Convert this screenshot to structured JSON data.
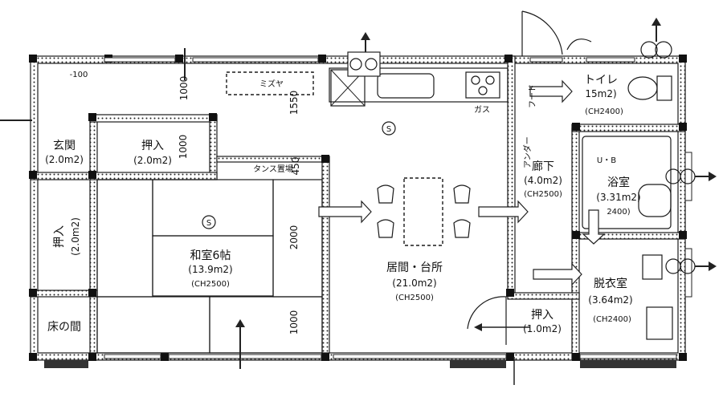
{
  "rooms": {
    "genkan": {
      "name": "玄関",
      "area": "(2.0m2)"
    },
    "oshiire_top": {
      "name": "押入",
      "area": "(2.0m2)"
    },
    "oshiire_left": {
      "name": "押入",
      "area": "(2.0m2)"
    },
    "washitsu": {
      "name": "和室6帖",
      "area": "(13.9m2)",
      "ceiling": "(CH2500)"
    },
    "tokonoma": {
      "name": "床の間"
    },
    "ldk": {
      "name": "居間・台所",
      "area": "(21.0m2)",
      "ceiling": "(CH2500)"
    },
    "rouka": {
      "name": "廊下",
      "area": "(4.0m2)",
      "ceiling": "(CH2500)"
    },
    "toilet": {
      "name": "トイレ",
      "area": "15m2)",
      "ceiling": "(CH2400)"
    },
    "yokushitsu": {
      "name": "浴室",
      "area": "(3.31m2)",
      "ceiling": "2400)"
    },
    "datsuishitsu": {
      "name": "脱衣室",
      "area": "(3.64m2)",
      "ceiling": "(CH2400)"
    },
    "oshiire_small": {
      "name": "押入",
      "area": "(1.0m2)"
    }
  },
  "labels": {
    "step": "-100",
    "mizuya": "ミズヤ",
    "gas": "ガス",
    "tansu": "タンス置場",
    "antena": "アンダー",
    "antena2": "フード",
    "ub": "U・B",
    "s1": "S",
    "s2": "S"
  },
  "dimensions": {
    "d1550": "1550",
    "d1000_top": "1000",
    "d1000_oshi": "1000",
    "d450": "450",
    "d2000": "2000",
    "d1000_bot": "1000"
  }
}
